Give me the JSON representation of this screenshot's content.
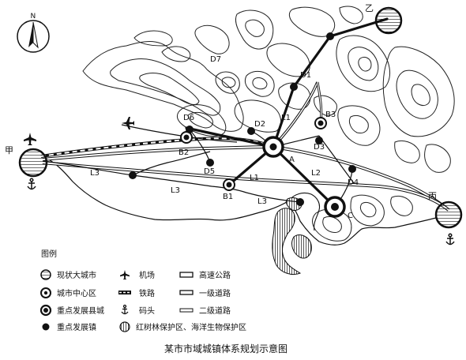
{
  "title": "某市市域城镇体系规划示意图",
  "compass": {
    "north_label": "N"
  },
  "cities": {
    "jia": "甲",
    "yi": "乙",
    "bing": "丙"
  },
  "points": {
    "A": "A",
    "B1": "B1",
    "B2": "B2",
    "B3": "B3",
    "C": "C",
    "D1": "D1",
    "D2": "D2",
    "D3": "D3",
    "D4": "D4",
    "D5": "D5",
    "D6": "D6",
    "D7": "D7"
  },
  "roads": {
    "L1a": "L1",
    "L1b": "L1",
    "L2": "L2",
    "L3a": "L3",
    "L3b": "L3",
    "L3c": "L3"
  },
  "legend": {
    "title": "图例",
    "items": [
      {
        "symbol": "large-city",
        "label": "现状大城市"
      },
      {
        "symbol": "city-center",
        "label": "城市中心区"
      },
      {
        "symbol": "county-town",
        "label": "重点发展县城"
      },
      {
        "symbol": "town",
        "label": "重点发展镇"
      },
      {
        "symbol": "reserve",
        "label": "红树林保护区、海洋生物保护区"
      },
      {
        "symbol": "airport",
        "label": "机场"
      },
      {
        "symbol": "railway",
        "label": "铁路"
      },
      {
        "symbol": "port",
        "label": "码头"
      },
      {
        "symbol": "highway",
        "label": "高速公路"
      },
      {
        "symbol": "road1",
        "label": "一级道路"
      },
      {
        "symbol": "road2",
        "label": "二级道路"
      }
    ]
  }
}
